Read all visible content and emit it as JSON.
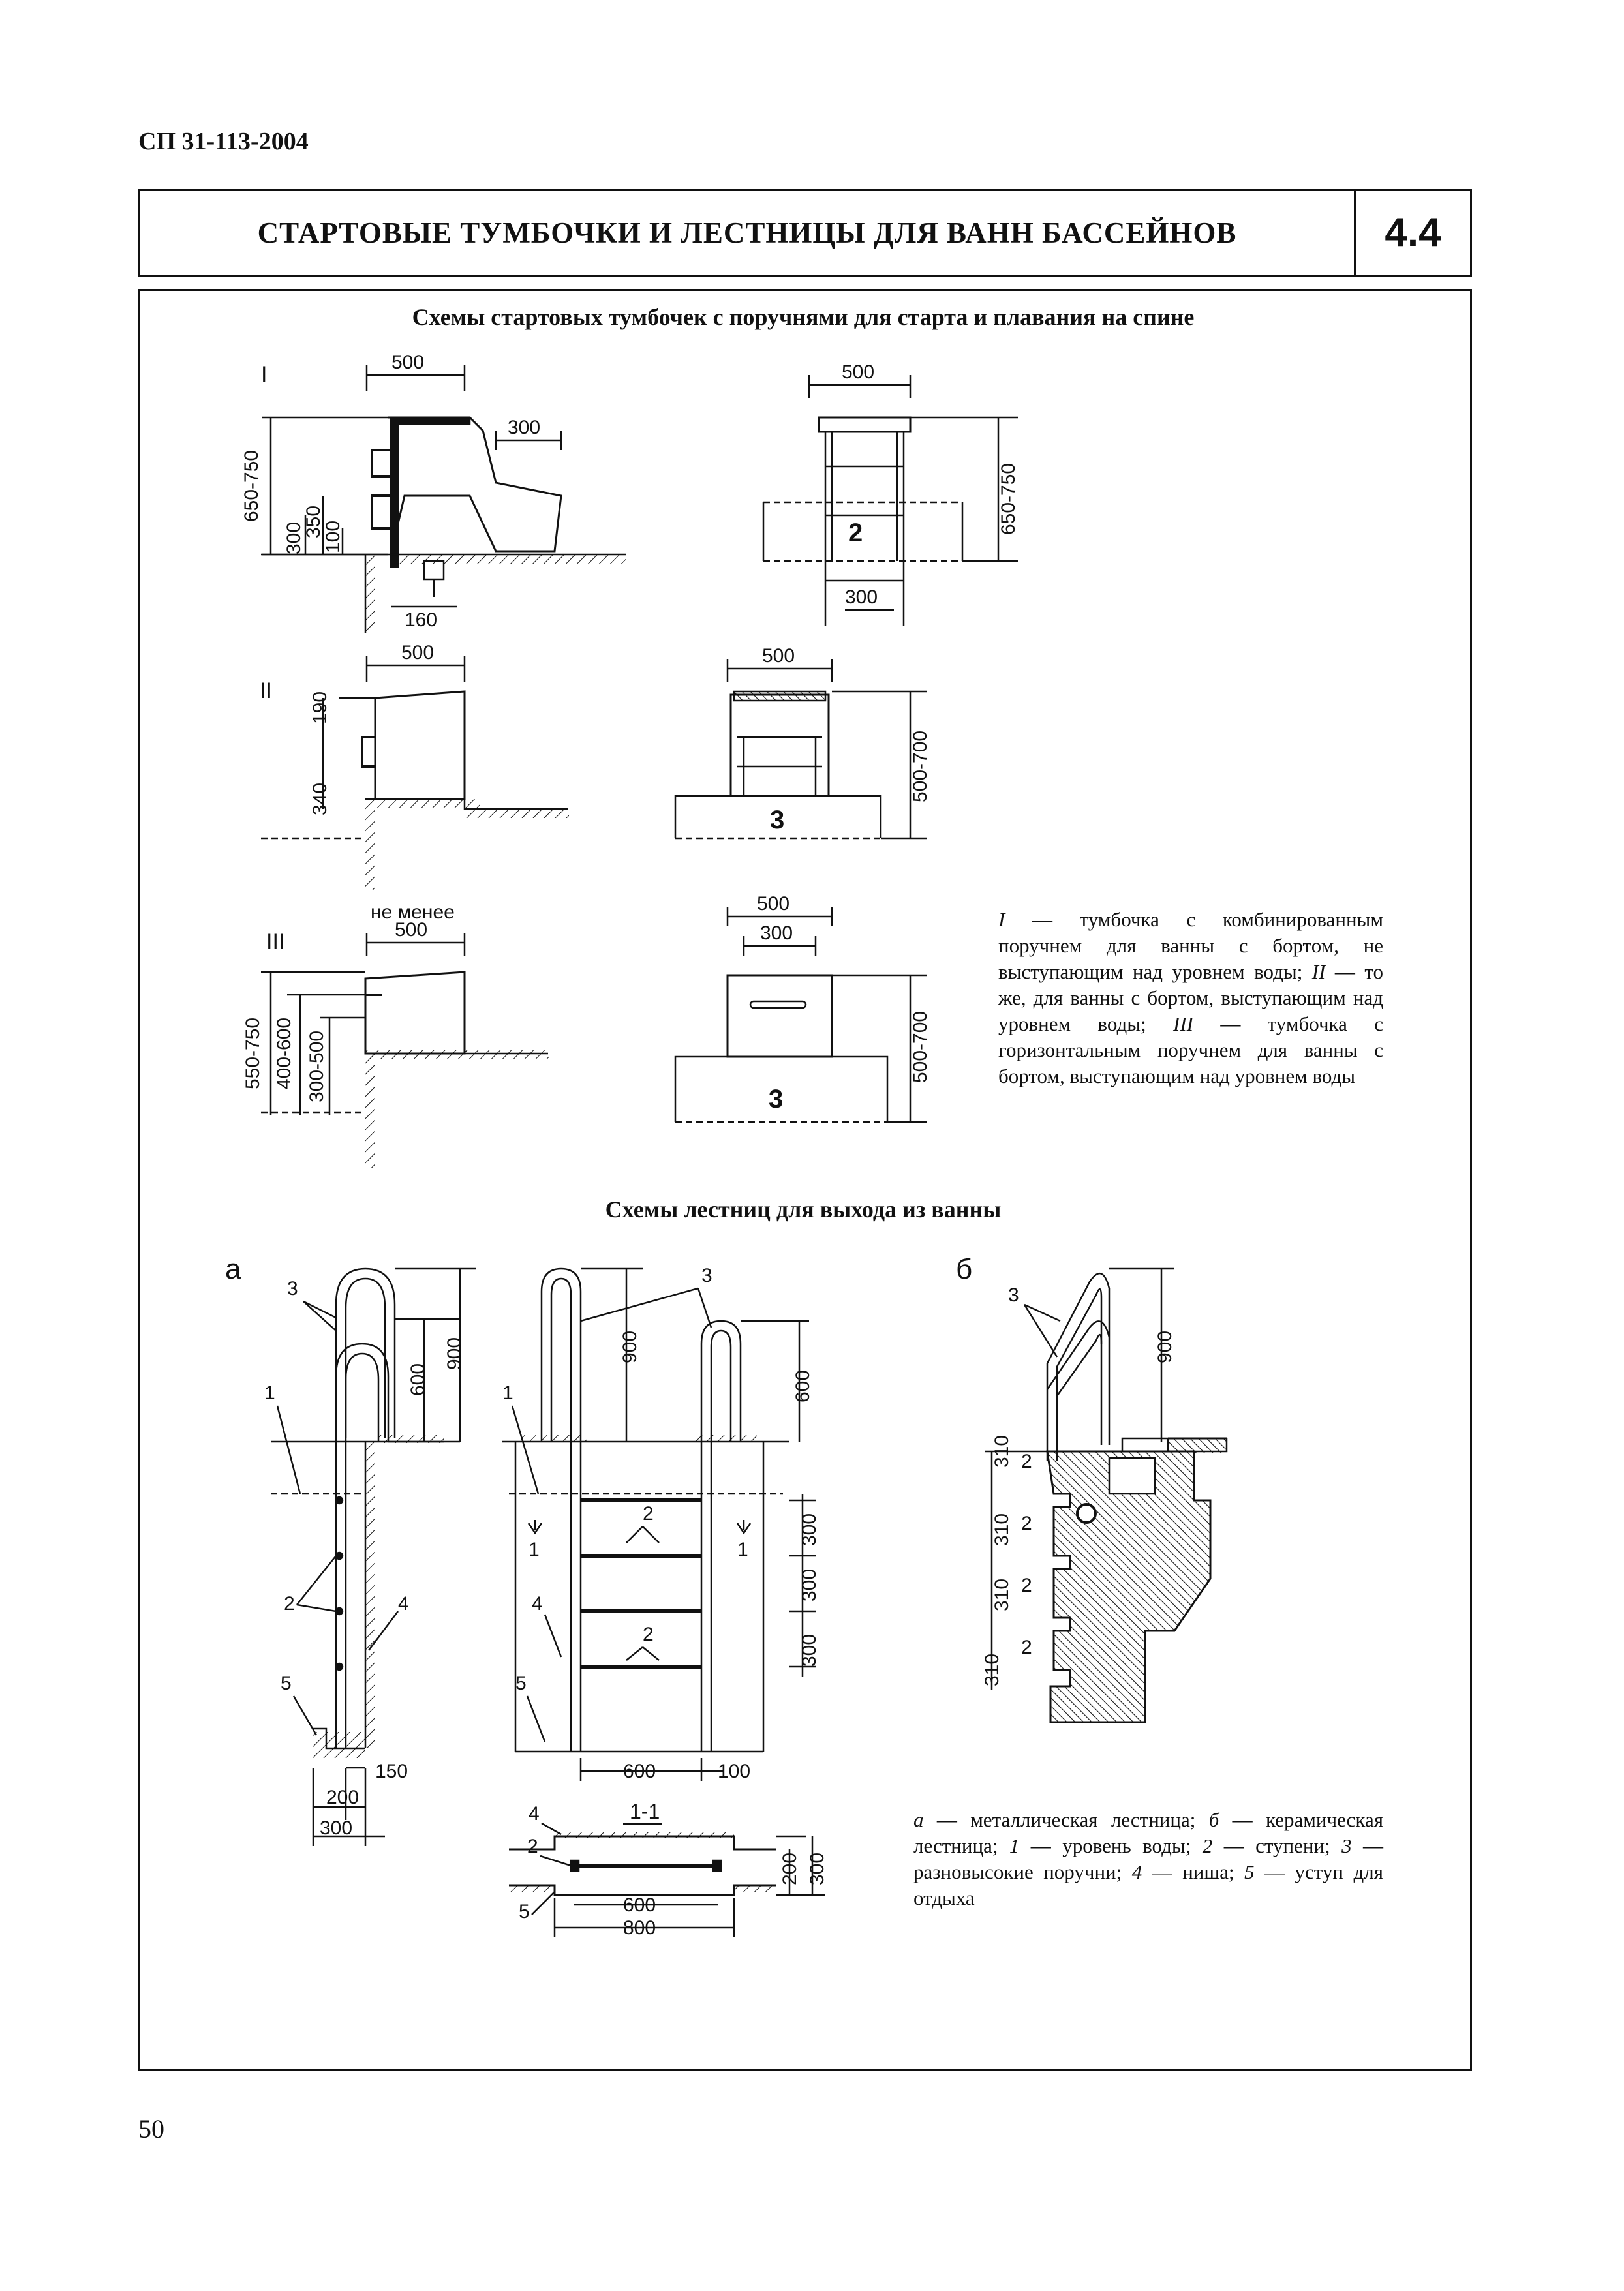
{
  "header": {
    "doc_code": "СП 31-113-2004",
    "title": "СТАРТОВЫЕ ТУМБОЧКИ И ЛЕСТНИЦЫ ДЛЯ ВАНН БАССЕЙНОВ",
    "section_number": "4.4"
  },
  "blocks_section": {
    "heading": "Схемы стартовых тумбочек с поручнями для старта и плавания на спине",
    "type_I": {
      "roman": "I",
      "dims": {
        "w500": "500",
        "w300": "300",
        "h650_750": "650-750",
        "h350": "350",
        "h300": "300",
        "h100": "100",
        "w160": "160"
      },
      "front": {
        "w500": "500",
        "h650_750": "650-750",
        "w300": "300",
        "label": "2"
      }
    },
    "type_II": {
      "roman": "II",
      "dims": {
        "w500": "500",
        "h190": "190",
        "h340": "340"
      },
      "front": {
        "w500": "500",
        "h500_700": "500-700",
        "label": "3"
      }
    },
    "type_III": {
      "roman": "III",
      "dims": {
        "note": "не менее",
        "w500": "500",
        "h550_750": "550-750",
        "h400_600": "400-600",
        "h300_500": "300-500"
      },
      "front": {
        "w500": "500",
        "w300": "300",
        "h500_700": "500-700",
        "label": "3"
      }
    },
    "legend": [
      {
        "mark": "I",
        "text": " — тумбочка с комбинированным поручнем для ванны с бортом, не выступающим над уровнем воды;"
      },
      {
        "mark": "II",
        "text": " — то же, для ванны с бортом, выступающим над уровнем воды;"
      },
      {
        "mark": "III",
        "text": " — тумбочка с горизонтальным поручнем для ванны с бортом, выступающим над уровнем воды"
      }
    ]
  },
  "ladders_section": {
    "heading": "Схемы лестниц для выхода из ванны",
    "metal": {
      "letter": "а",
      "labels": {
        "l1": "1",
        "l2": "2",
        "l3": "3",
        "l4": "4",
        "l5": "5"
      },
      "dims": {
        "h900": "900",
        "h600": "600",
        "d150": "150",
        "d200": "200",
        "d300": "300"
      }
    },
    "front": {
      "labels": {
        "l1a": "1",
        "l1b": "1",
        "l1c": "1",
        "l2a": "2",
        "l2b": "2",
        "l3": "3",
        "l4": "4",
        "l5": "5"
      },
      "dims": {
        "h900": "900",
        "h600": "600",
        "v300a": "300",
        "v300b": "300",
        "v300c": "300",
        "w600": "600",
        "w100": "100"
      }
    },
    "section_11": {
      "title": "1-1",
      "labels": {
        "l4": "4",
        "l2": "2",
        "l5": "5"
      },
      "dims": {
        "d200": "200",
        "d300": "300",
        "w600": "600",
        "w800": "800"
      }
    },
    "ceramic": {
      "letter": "б",
      "labels": {
        "l3": "3",
        "l2a": "2",
        "l2b": "2",
        "l2c": "2",
        "l2d": "2"
      },
      "dims": {
        "h900": "900",
        "step_a": "310",
        "step_b": "310",
        "step_c": "310",
        "step_d": "310"
      }
    },
    "legend": [
      {
        "mark": "а",
        "text": " — металлическая лестница; "
      },
      {
        "mark": "б",
        "text": " — керамическая лестница;"
      },
      {
        "mark": "1",
        "text": " — уровень воды; "
      },
      {
        "mark": "2",
        "text": " — ступени; "
      },
      {
        "mark": "3",
        "text": " — разновысокие поручни; "
      },
      {
        "mark": "4",
        "text": " — ниша; "
      },
      {
        "mark": "5",
        "text": " — уступ для отдыха"
      }
    ]
  },
  "footer": {
    "page_number": "50"
  }
}
